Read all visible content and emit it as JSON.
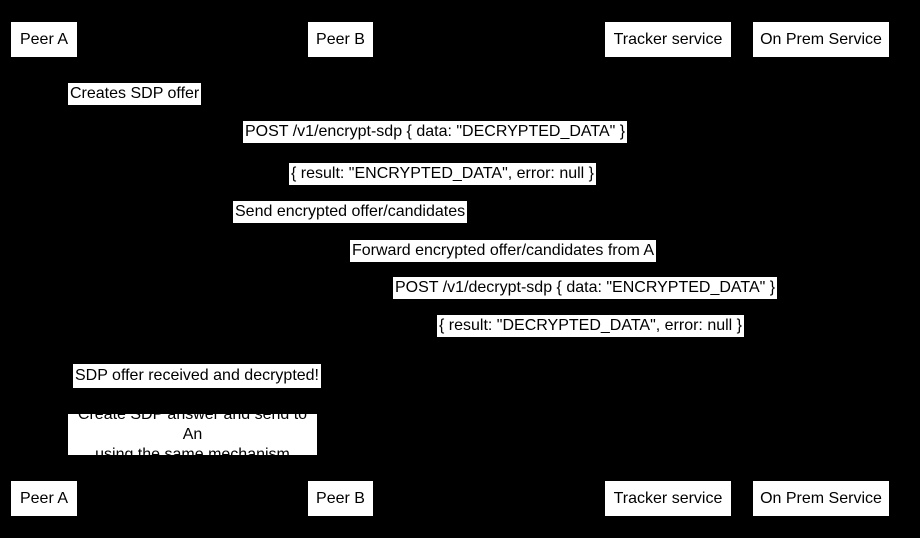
{
  "diagram": {
    "type": "sequence-diagram",
    "colors": {
      "background": "#000000",
      "box_fill": "#ffffff",
      "box_text": "#000000"
    },
    "participants": [
      {
        "label": "Peer A"
      },
      {
        "label": "Peer B"
      },
      {
        "label": "Tracker service"
      },
      {
        "label": "On Prem Service"
      }
    ],
    "messages": [
      {
        "text": "Creates SDP offer"
      },
      {
        "text": "POST /v1/encrypt-sdp { data: \"DECRYPTED_DATA\" }"
      },
      {
        "text": "{ result: \"ENCRYPTED_DATA\", error: null }"
      },
      {
        "text": "Send encrypted offer/candidates"
      },
      {
        "text": "Forward encrypted offer/candidates from A"
      },
      {
        "text": "POST /v1/decrypt-sdp { data: \"ENCRYPTED_DATA\" }"
      },
      {
        "text": "{ result: \"DECRYPTED_DATA\", error: null }"
      },
      {
        "text": "SDP offer received and decrypted!"
      }
    ],
    "note": {
      "line1": "Create SDP answer and send to An",
      "line2": "using the same mechanism"
    }
  }
}
